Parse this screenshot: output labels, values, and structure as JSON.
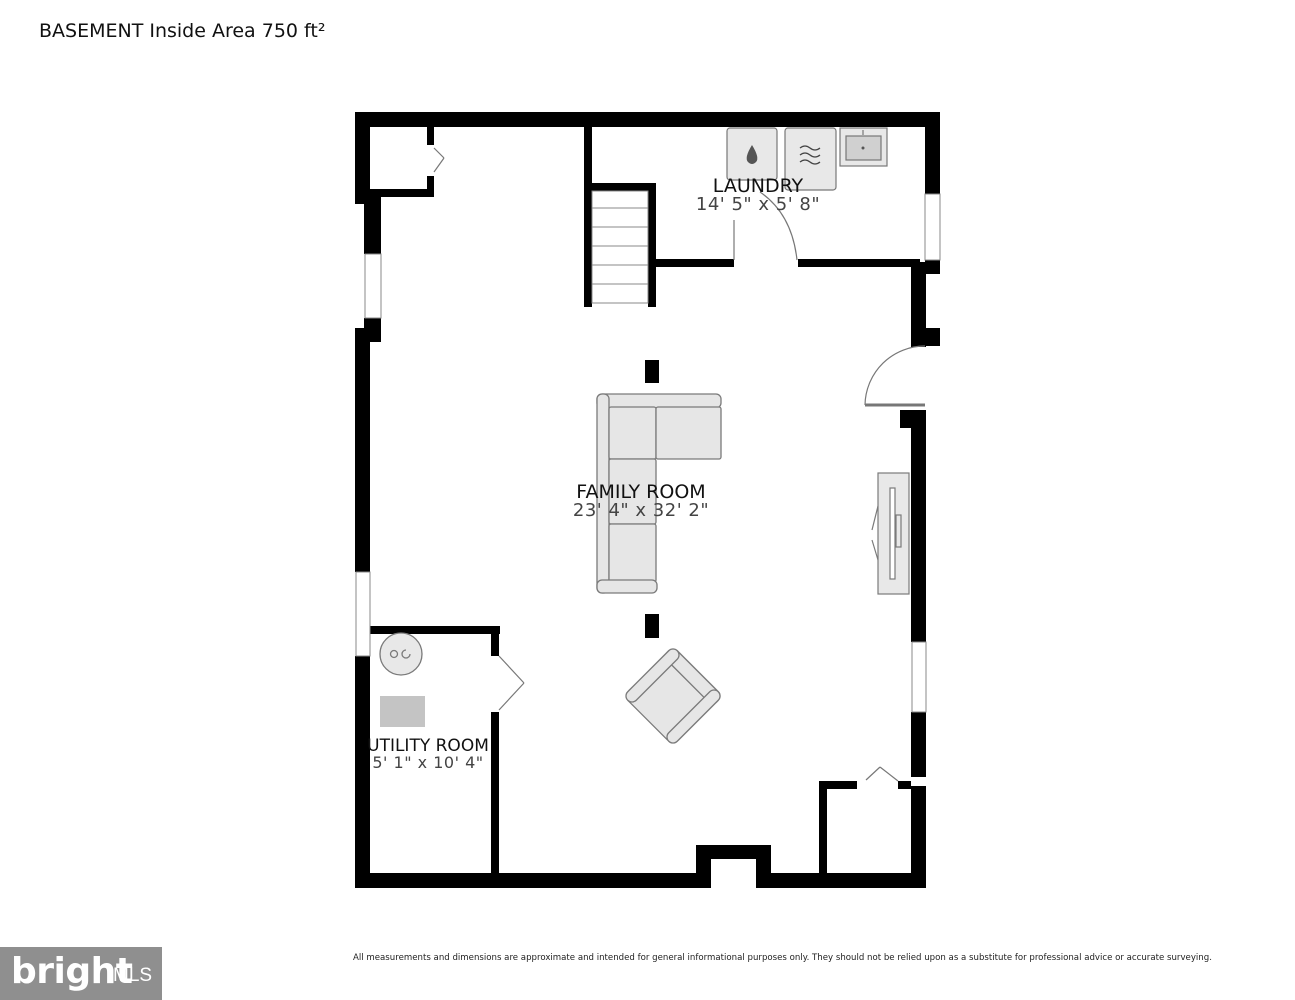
{
  "header": {
    "title": "BASEMENT Inside Area 750 ft²"
  },
  "rooms": [
    {
      "name": "LAUNDRY",
      "dims": "14' 5\" x 5' 8\""
    },
    {
      "name": "FAMILY ROOM",
      "dims": "23' 4\" x 32' 2\""
    },
    {
      "name": "UTILITY ROOM",
      "dims": "5' 1\" x 10' 4\""
    }
  ],
  "footer": {
    "disclaimer": "All measurements and dimensions are approximate and intended for general informational purposes only. They should not be relied upon as a substitute for professional advice or accurate surveying.",
    "logo_text": "bright",
    "logo_suffix": "MLS"
  },
  "colors": {
    "wall": "#000000",
    "furniture_fill": "#e8e8e8",
    "furniture_stroke": "#888888",
    "logo_bg": "#8f8f8f"
  },
  "icons": [
    "water-drop-icon",
    "waves-icon",
    "sink-icon",
    "stairs-icon",
    "door-icon",
    "sofa-icon",
    "armchair-icon",
    "tv-icon",
    "water-heater-icon"
  ]
}
